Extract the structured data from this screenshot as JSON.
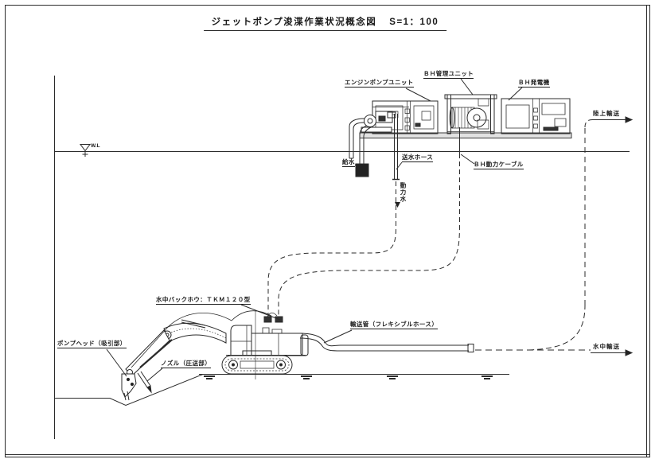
{
  "page": {
    "title": "ジェットポンプ浚渫作業状況概念図",
    "scale": "S=1：100",
    "line_color": "#1c1c1c",
    "background_color": "#ffffff"
  },
  "units": {
    "engine_pump_unit": "エンジンポンプユニット",
    "bh_control_unit": "ＢＨ管理ユニット",
    "bh_generator": "ＢＨ発電機"
  },
  "lines": {
    "water_supply": "給水",
    "delivery_hose": "送水ホース",
    "power_water": "動力水",
    "bh_power_cable": "ＢＨ動力ケーブル",
    "transport_pipe": "輸送管（フレキシブルホース）"
  },
  "machine": {
    "backhoe_model": "水中バックホウ：ＴＫＭ１２０型",
    "pump_head": "ポンプヘッド（吸引部）",
    "nozzle": "ノズル（圧送部）"
  },
  "transport": {
    "land": "陸上輸送",
    "underwater": "水中輸送"
  },
  "water_level": "W.L"
}
